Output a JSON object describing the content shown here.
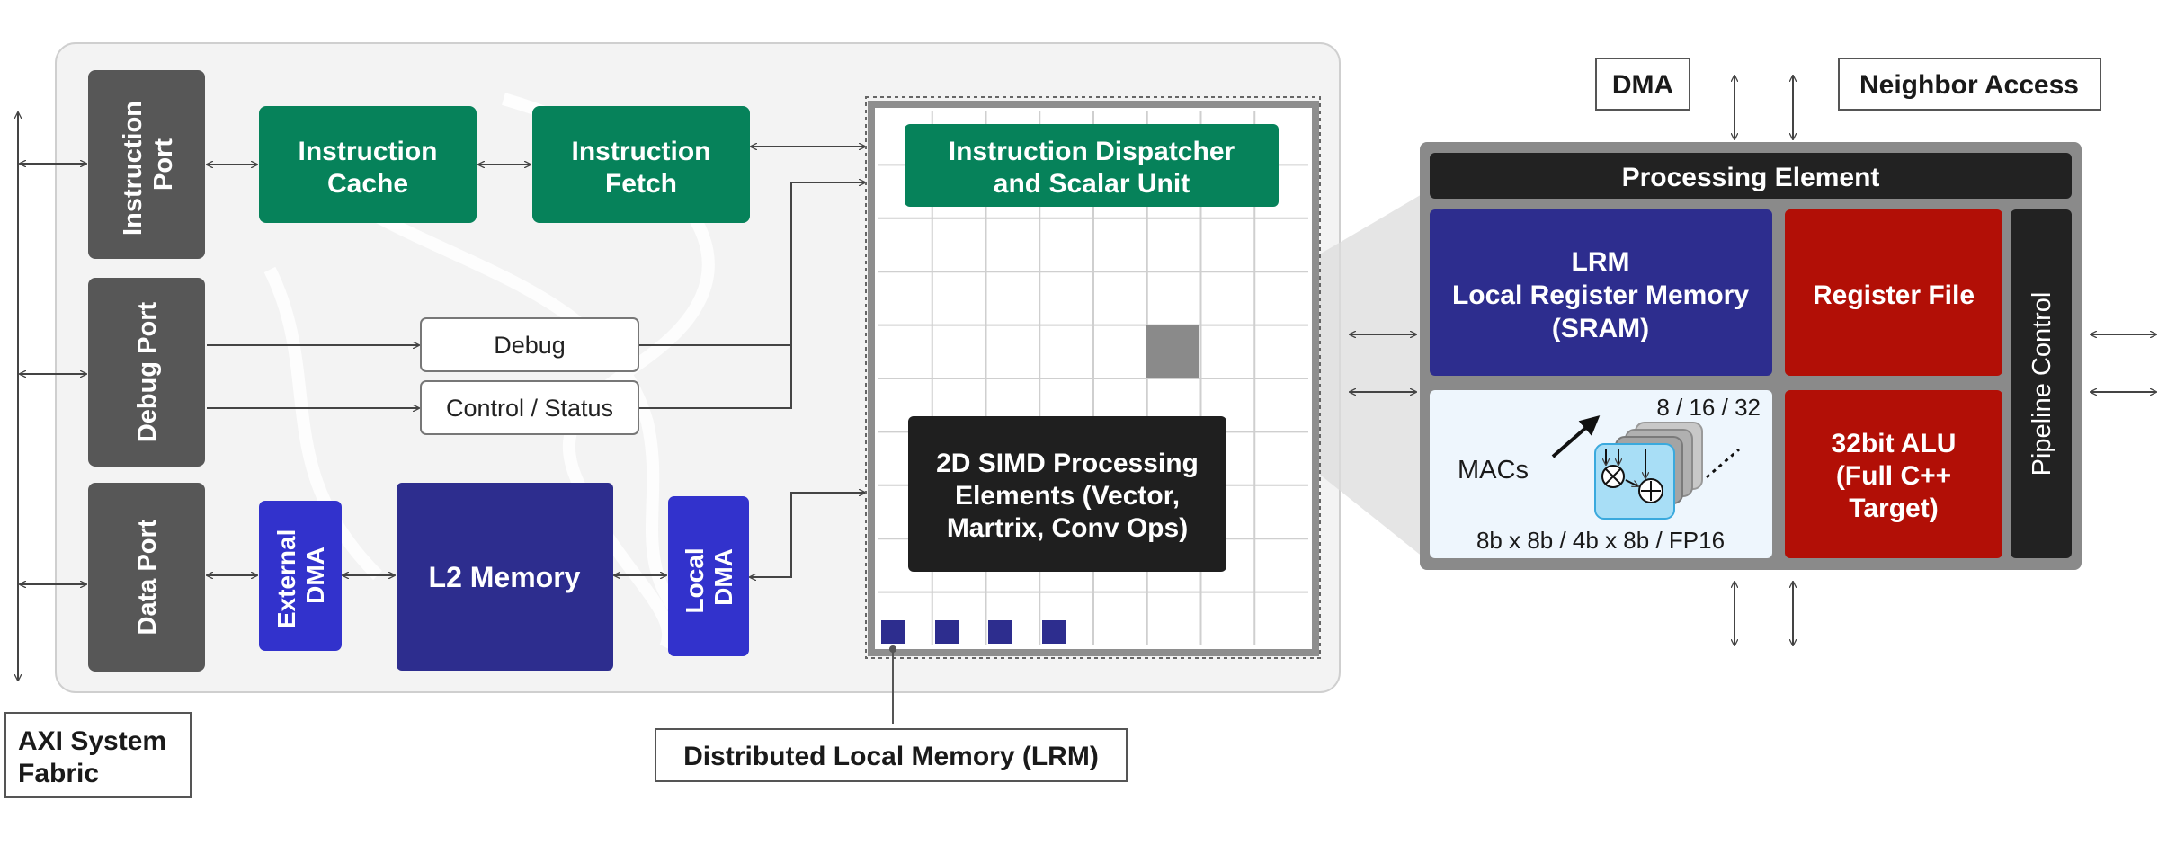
{
  "ports": {
    "instruction": "Instruction Port",
    "debug": "Debug Port",
    "data": "Data Port"
  },
  "blocks": {
    "instruction_cache": [
      "Instruction",
      "Cache"
    ],
    "instruction_fetch": [
      "Instruction",
      "Fetch"
    ],
    "debug": "Debug",
    "control_status": "Control / Status",
    "external_dma": [
      "External",
      "DMA"
    ],
    "l2_memory": "L2 Memory",
    "local_dma": [
      "Local",
      "DMA"
    ],
    "dispatcher": [
      "Instruction Dispatcher",
      "and Scalar Unit"
    ],
    "simd": [
      "2D SIMD Processing",
      "Elements (Vector,",
      "Martrix, Conv Ops)"
    ]
  },
  "labels": {
    "axi": [
      "AXI System",
      "Fabric"
    ],
    "distributed_lrm": "Distributed Local Memory (LRM)",
    "dma": "DMA",
    "neighbor_access": "Neighbor Access"
  },
  "pe": {
    "title": "Processing Element",
    "lrm": [
      "LRM",
      "Local Register Memory",
      "(SRAM)"
    ],
    "register_file": "Register File",
    "pipeline_control": "Pipeline Control",
    "macs_label": "MACs",
    "macs_bits": "8 / 16 / 32",
    "macs_precision": "8b x 8b / 4b x 8b / FP16",
    "alu": [
      "32bit ALU",
      "(Full C++",
      "Target)"
    ]
  },
  "colors": {
    "green": "#06825a",
    "dark_gray": "#575757",
    "navy": "#2d2d8e",
    "bright_blue": "#3232cc",
    "red": "#b20f06",
    "black": "#222222",
    "panel_bg": "#f3f3f3",
    "pe_frame": "#8a8a8a"
  }
}
